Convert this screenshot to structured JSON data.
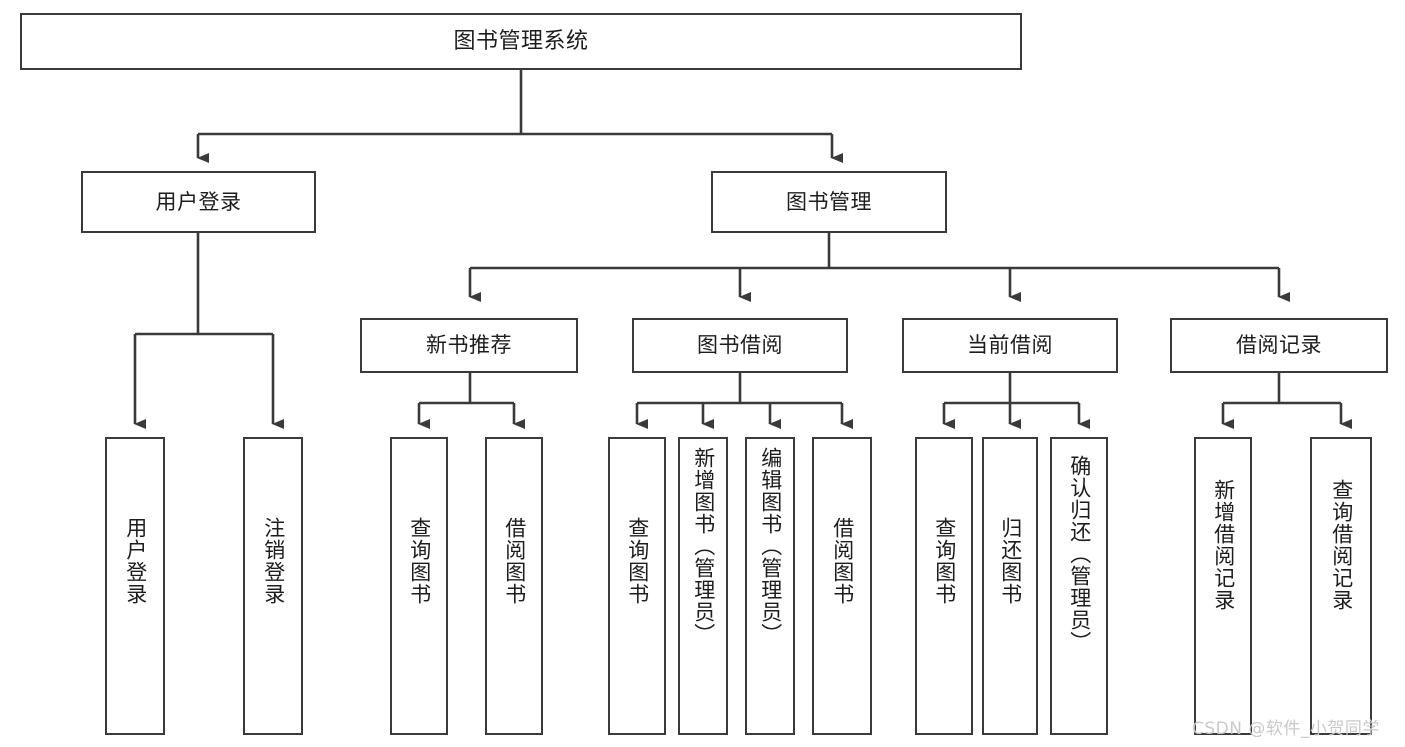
{
  "diagram": {
    "title": "图书管理系统",
    "type": "hierarchy-tree",
    "root": {
      "label": "图书管理系统"
    },
    "tier2": [
      {
        "label": "用户登录"
      },
      {
        "label": "图书管理"
      }
    ],
    "tier3": [
      {
        "label": "新书推荐"
      },
      {
        "label": "图书借阅"
      },
      {
        "label": "当前借阅"
      },
      {
        "label": "借阅记录"
      }
    ],
    "leaves": {
      "user_login": [
        {
          "label": "用户登录"
        },
        {
          "label": "注销登录"
        }
      ],
      "new_book_recommend": [
        {
          "label": "查询图书"
        },
        {
          "label": "借阅图书"
        }
      ],
      "book_borrow": [
        {
          "label": "查询图书"
        },
        {
          "label": "新增图书（管理员）"
        },
        {
          "label": "编辑图书（管理员）"
        },
        {
          "label": "借阅图书"
        }
      ],
      "current_borrow": [
        {
          "label": "查询图书"
        },
        {
          "label": "归还图书"
        },
        {
          "label": "确认归还（管理员）"
        }
      ],
      "borrow_record": [
        {
          "label": "新增借阅记录"
        },
        {
          "label": "查询借阅记录"
        }
      ]
    }
  },
  "watermark": {
    "text": "CSDN @软件_小贺同学"
  },
  "colors": {
    "border": "#3a3a3a",
    "text": "#1d1d1d",
    "background": "#ffffff",
    "watermark": "#c9c9c9"
  }
}
